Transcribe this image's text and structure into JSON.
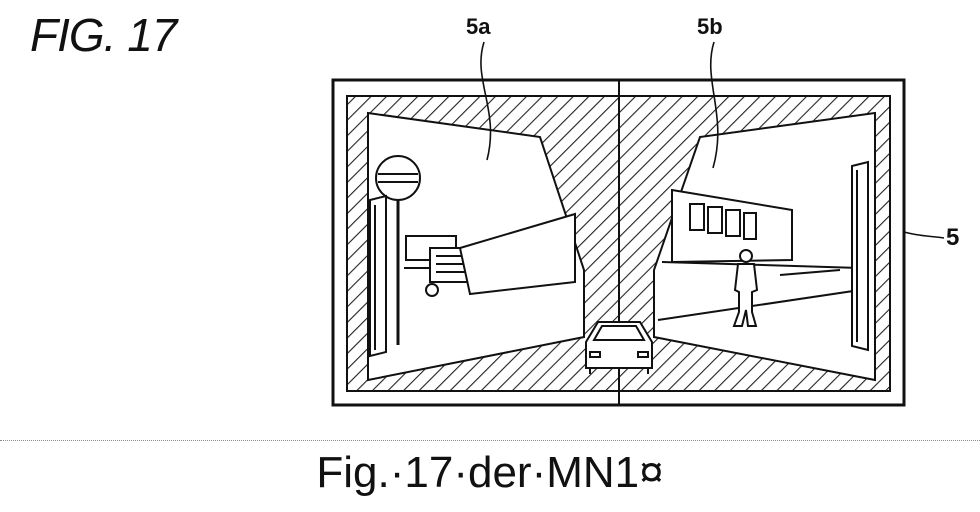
{
  "figure": {
    "title": "FIG. 17",
    "labels": {
      "left_screen": "5a",
      "right_screen": "5b",
      "monitor": "5"
    }
  },
  "caption": "Fig.·17·der·MN1¤"
}
